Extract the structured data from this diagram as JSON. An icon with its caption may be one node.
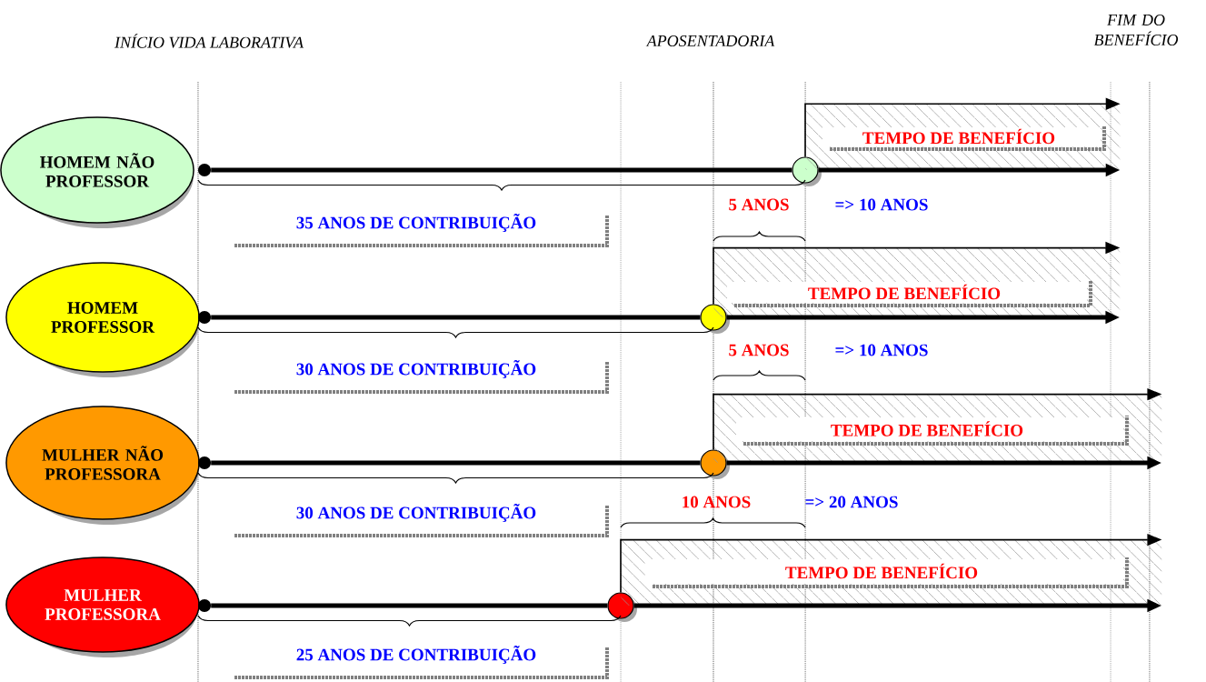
{
  "diagram": {
    "nodes": [
      {
        "text": [
          "HOMEM NÃO PROFESSOR"
        ]
      },
      {
        "text": [],
        "shape": "circle"
      },
      {
        "text": [],
        "shape": "circle"
      },
      {
        "text": [
          "TEMPO DE BENEFÍCIO"
        ]
      },
      {
        "text": [
          "HOMEM PROFESSOR"
        ]
      },
      {
        "text": [],
        "shape": "circle"
      },
      {
        "text": [],
        "shape": "circle"
      },
      {
        "text": [
          "TEMPO DE BENEFÍCIO"
        ]
      },
      {
        "text": [
          "MULHER NÃO PROFESSORA"
        ]
      },
      {
        "text": [],
        "shape": "circle"
      },
      {
        "text": [],
        "shape": "circle"
      },
      {
        "text": [
          "TEMPO DE BENEFÍCIO"
        ]
      },
      {
        "text": [
          "MULHER PROFESSORA"
        ]
      },
      {
        "text": [],
        "shape": "circle"
      },
      {
        "text": [],
        "shape": "circle"
      },
      {
        "text": [
          "TEMPO DE BENEFÍCIO"
        ]
      }
    ],
    "edges": [
      {
        "from": 1,
        "to": 2,
        "arrow": "none"
      },
      {
        "from": 2,
        "to": 3,
        "arrow": "to"
      },
      {
        "from": 2,
        "to": 3,
        "arrow": "to"
      },
      {
        "from": 5,
        "to": 6,
        "arrow": "none"
      },
      {
        "from": 6,
        "to": 7,
        "arrow": "to"
      },
      {
        "from": 6,
        "to": 7,
        "arrow": "to"
      },
      {
        "from": 9,
        "to": 10,
        "arrow": "none"
      },
      {
        "from": 10,
        "to": 11,
        "arrow": "to"
      },
      {
        "from": 10,
        "to": 11,
        "arrow": "to"
      },
      {
        "from": 13,
        "to": 14,
        "arrow": "none"
      },
      {
        "from": 14,
        "to": 15,
        "arrow": "to"
      },
      {
        "from": 14,
        "to": 15,
        "arrow": "to"
      }
    ],
    "labels": [
      "INÍCIO VIDA LABORATIVA",
      "APOSENTADORIA",
      "FIM DO BENEFÍCIO",
      "5 ANOS",
      "=> 10 ANOS",
      "35 ANOS DE CONTRIBUIÇÃO",
      "5 ANOS",
      "=> 10 ANOS",
      "30 ANOS DE CONTRIBUIÇÃO",
      "10 ANOS",
      "=> 20 ANOS",
      "30 ANOS DE CONTRIBUIÇÃO",
      "25 ANOS DE CONTRIBUIÇÃO"
    ]
  }
}
